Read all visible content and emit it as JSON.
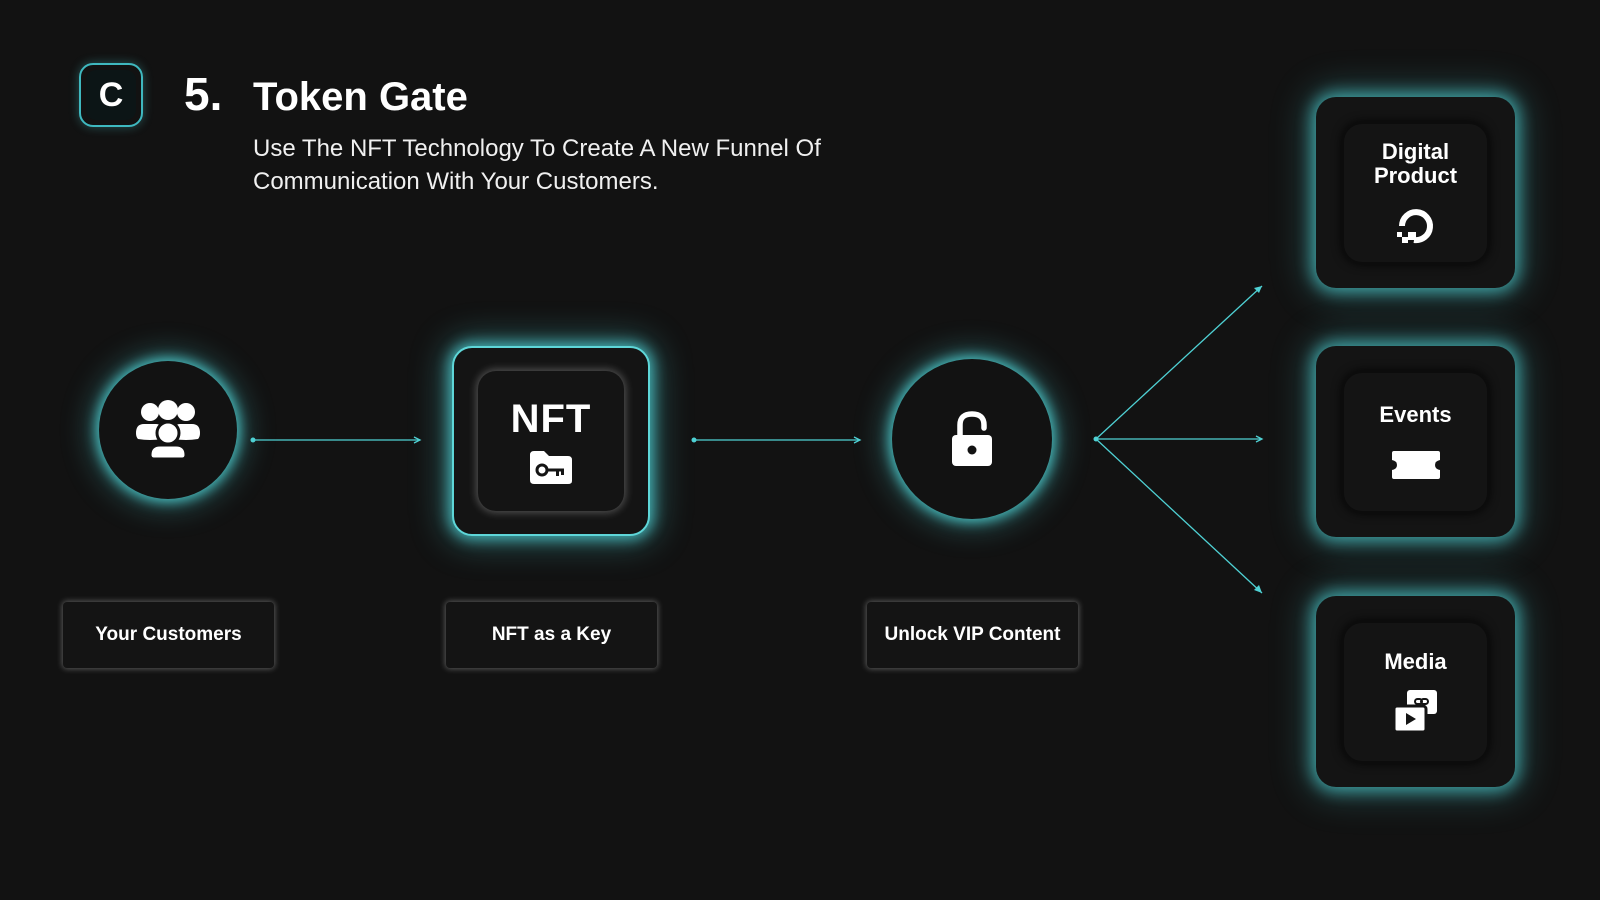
{
  "header": {
    "logo_letter": "C",
    "step_number": "5.",
    "title": "Token Gate",
    "subtitle": "Use The NFT Technology To Create A New Funnel Of Communication With Your Customers."
  },
  "flow": {
    "customers_label": "Your Customers",
    "nft_text": "NFT",
    "nft_label": "NFT as a Key",
    "unlock_label": "Unlock VIP Content"
  },
  "outcomes": [
    {
      "label": "Digital Product",
      "icon": "digital-product-icon"
    },
    {
      "label": "Events",
      "icon": "ticket-icon"
    },
    {
      "label": "Media",
      "icon": "media-icon"
    }
  ],
  "colors": {
    "background": "#121212",
    "glow": "#4fd1d4",
    "text": "#ffffff"
  }
}
